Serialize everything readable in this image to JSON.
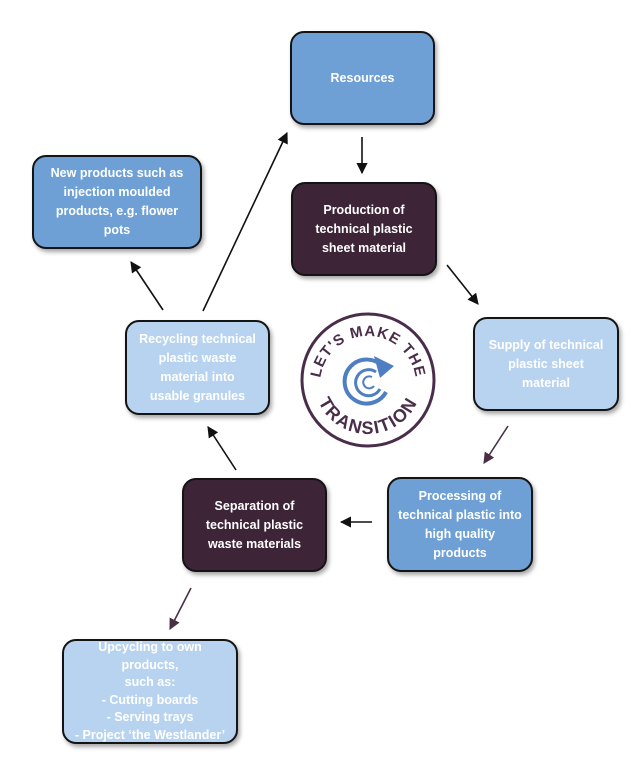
{
  "nodes": {
    "resources": "Resources",
    "production": [
      "Production of",
      "technical plastic",
      "sheet material"
    ],
    "supply": [
      "Supply of technical",
      "plastic sheet",
      "material"
    ],
    "processing": [
      "Processing of",
      "technical plastic into",
      "high quality products"
    ],
    "separation": [
      "Separation of",
      "technical plastic",
      "waste materials"
    ],
    "recycling": [
      "Recycling technical",
      "plastic waste",
      "material into",
      "usable granules"
    ],
    "new_products": [
      "New products such as",
      "injection moulded",
      "products, e.g. flower pots"
    ],
    "upcycling": [
      "Upcycling to own products,",
      "such as:",
      "- Cutting boards",
      "- Serving trays",
      "- Project ‘the Westlander’"
    ]
  },
  "logo": {
    "top_text": "LET'S MAKE THE",
    "bottom_text": "TRANSITION"
  },
  "colors": {
    "mid_blue": "#6ea0d6",
    "dark_purple": "#3d2437",
    "light_blue": "#b8d3ef",
    "logo_ring": "#4a2d4a",
    "logo_arrow": "#4f7fc2"
  }
}
